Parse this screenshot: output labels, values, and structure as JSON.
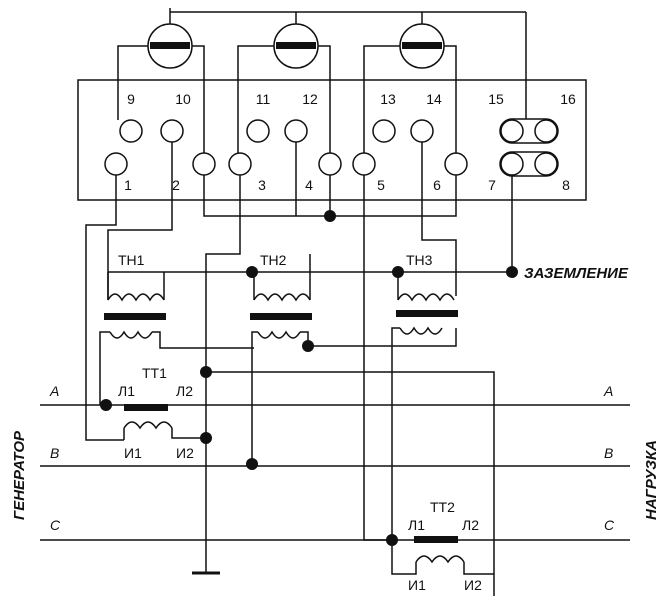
{
  "terminals": {
    "top": [
      "9",
      "10",
      "11",
      "12",
      "13",
      "14",
      "15",
      "16"
    ],
    "bottom": [
      "1",
      "2",
      "3",
      "4",
      "5",
      "6",
      "7",
      "8"
    ]
  },
  "transformers": {
    "vt1": "ТН1",
    "vt2": "ТН2",
    "vt3": "ТН3",
    "ct1": "ТТ1",
    "ct2": "ТТ2"
  },
  "ct_terminals": {
    "l1": "Л1",
    "l2": "Л2",
    "i1": "И1",
    "i2": "И2"
  },
  "phases": {
    "a": "A",
    "b": "B",
    "c": "C"
  },
  "labels": {
    "ground": "ЗАЗЕМЛЕНИЕ",
    "generator": "ГЕНЕРАТОР",
    "load": "НАГРУЗКА"
  },
  "colors": {
    "ink": "#111111",
    "background": "#ffffff"
  }
}
